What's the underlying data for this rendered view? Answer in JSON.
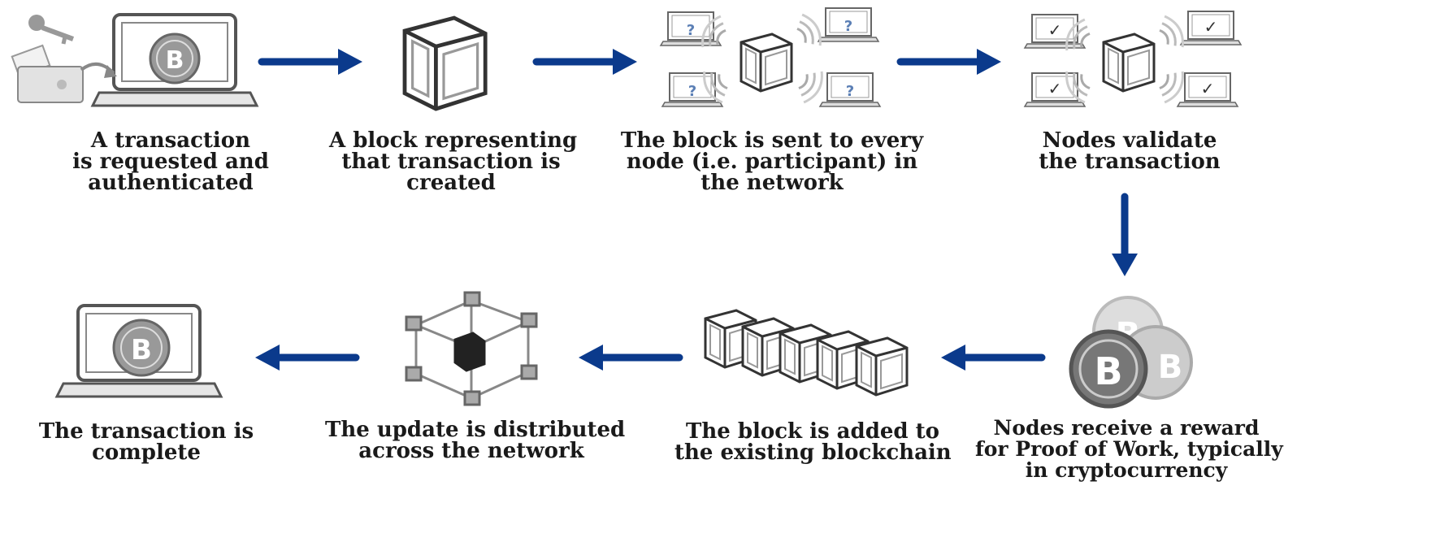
{
  "steps": [
    {
      "lines": [
        "A transaction",
        "is requested and",
        "authenticated"
      ]
    },
    {
      "lines": [
        "A block representing",
        "that transaction is",
        "created"
      ]
    },
    {
      "lines": [
        "The block is sent to every",
        "node (i.e. participant) in",
        "the network"
      ]
    },
    {
      "lines": [
        "Nodes validate",
        "the transaction"
      ]
    },
    {
      "lines": [
        "Nodes receive a reward",
        "for Proof of Work, typically",
        "in cryptocurrency"
      ]
    },
    {
      "lines": [
        "The block is added to",
        "the existing blockchain"
      ]
    },
    {
      "lines": [
        "The update is distributed",
        "across the network"
      ]
    },
    {
      "lines": [
        "The transaction is",
        "complete"
      ]
    }
  ],
  "glyphs": {
    "coin": "B",
    "unknown": "?",
    "check": "✓"
  },
  "colors": {
    "arrow": "#0b3a8c",
    "icon_gray": "#8c8c8c",
    "dark": "#333333"
  }
}
